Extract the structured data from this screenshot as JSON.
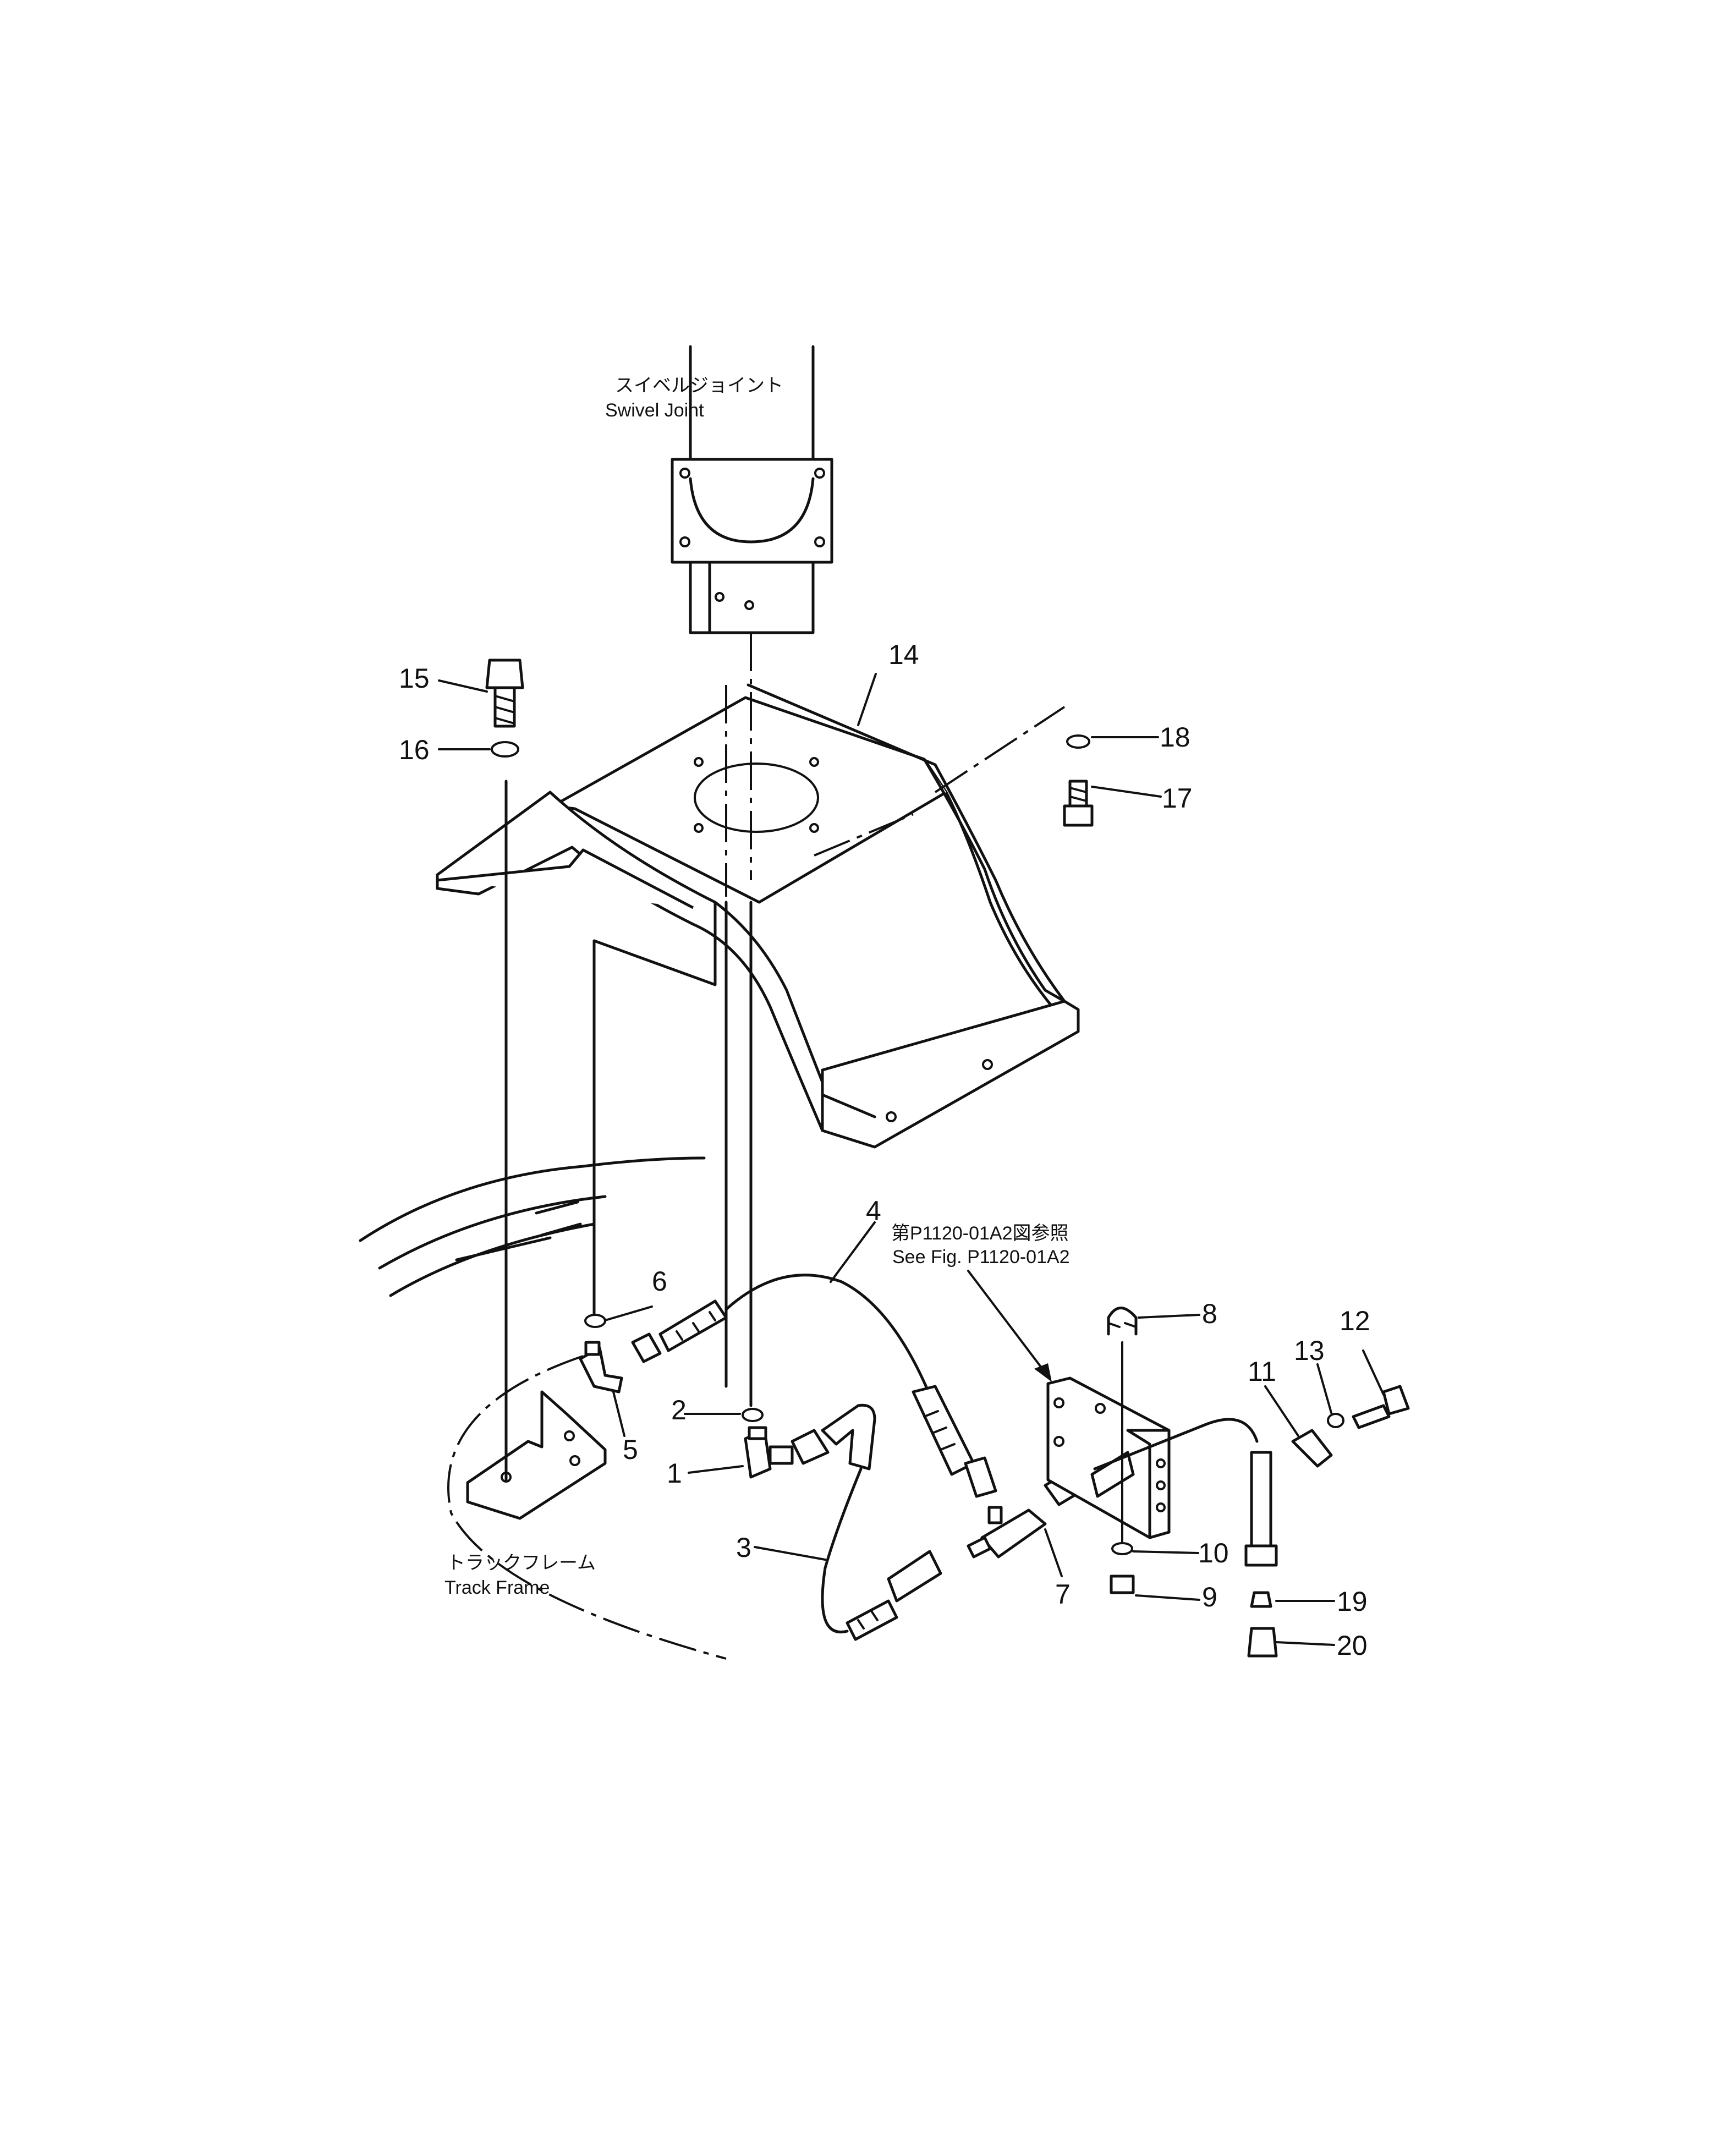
{
  "labels": {
    "swivel_joint_jp": "スイベルジョイント",
    "swivel_joint_en": "Swivel Joint",
    "track_frame_jp": "トラックフレーム",
    "track_frame_en": "Track Frame",
    "see_fig_jp": "第P1120-01A2図参照",
    "see_fig_en": "See Fig. P1120-01A2"
  },
  "parts": [
    "1",
    "2",
    "3",
    "4",
    "5",
    "6",
    "7",
    "8",
    "9",
    "10",
    "11",
    "12",
    "13",
    "14",
    "15",
    "16",
    "17",
    "18",
    "19",
    "20"
  ]
}
